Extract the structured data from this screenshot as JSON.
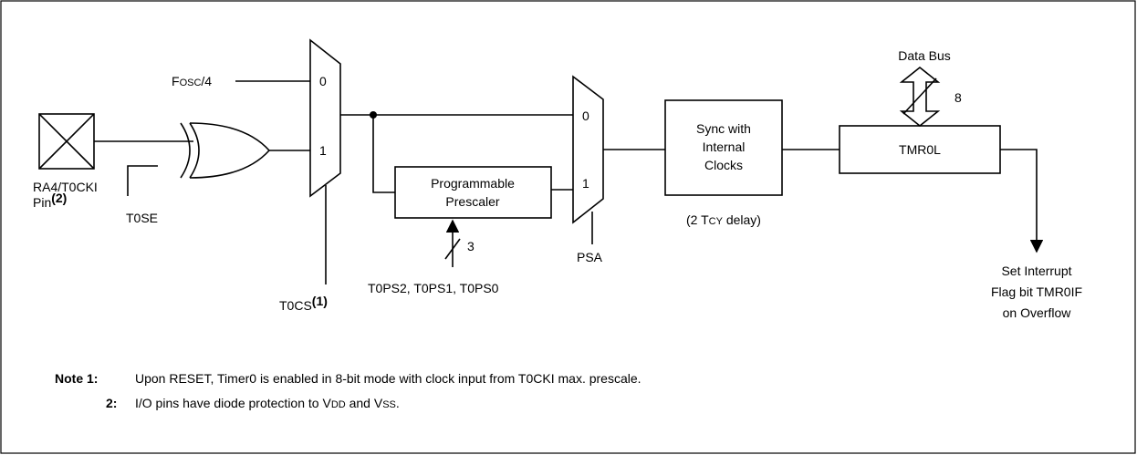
{
  "inputs": {
    "fosc": {
      "main": "F",
      "sc": "OSC",
      "tail": "/4"
    },
    "pin": {
      "line1": "RA4/T0CKI",
      "line2": "Pin",
      "sup": "(2)"
    },
    "t0se": "T0SE",
    "t0cs": {
      "main": "T0CS",
      "sup": "(1)"
    },
    "psa": "PSA",
    "t0ps": "T0PS2, T0PS1, T0PS0",
    "t0ps_bits": "3"
  },
  "mux1": {
    "in0": "0",
    "in1": "1"
  },
  "mux2": {
    "in0": "0",
    "in1": "1"
  },
  "prescaler": {
    "line1": "Programmable",
    "line2": "Prescaler"
  },
  "sync": {
    "line1": "Sync with",
    "line2": "Internal",
    "line3": "Clocks",
    "delay_pre": "(2 T",
    "delay_sc": "CY",
    "delay_post": " delay)"
  },
  "tmr0l": "TMR0L",
  "data_bus": {
    "label": "Data Bus",
    "width": "8"
  },
  "overflow": {
    "line1": "Set Interrupt",
    "line2": "Flag bit TMR0IF",
    "line3": "on Overflow"
  },
  "notes": {
    "n1_label": "Note 1:",
    "n1_text": "Upon RESET, Timer0 is enabled in 8-bit mode with clock input from T0CKI max. prescale.",
    "n2_label": "2:",
    "n2_pre": "I/O pins have diode protection to V",
    "n2_dd": "DD",
    "n2_mid": " and V",
    "n2_ss": "SS",
    "n2_post": "."
  }
}
